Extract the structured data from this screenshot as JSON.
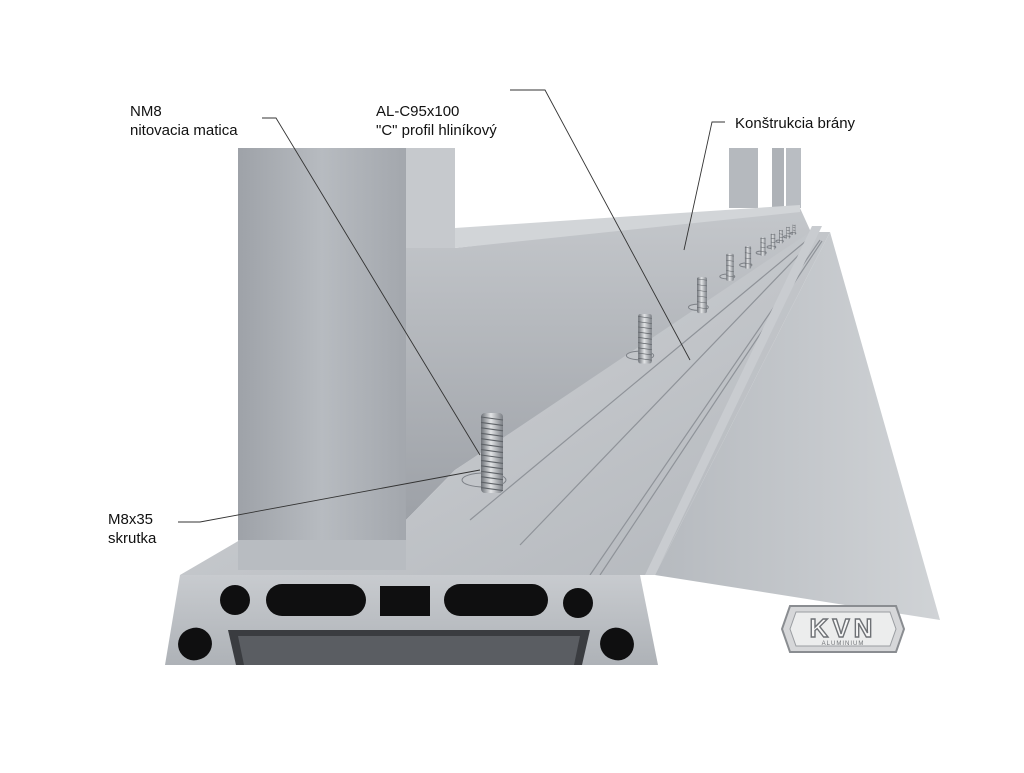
{
  "colors": {
    "background": "#ffffff",
    "metal_light": "#c9ccd0",
    "metal_mid": "#a9adb3",
    "metal_dark": "#7d8187",
    "hole": "#0f0f10",
    "leader": "#333333"
  },
  "labels": {
    "nut": {
      "line1": "NM8",
      "line2": "nitovacia matica"
    },
    "profile": {
      "line1": "AL-C95x100",
      "line2": "\"C\" profil hliníkový"
    },
    "gate": {
      "line1": "Konštrukcia brány"
    },
    "screw": {
      "line1": "M8x35",
      "line2": "skrutka"
    }
  },
  "logo": {
    "text": "KVN",
    "subtext": "ALUMINIUM"
  }
}
